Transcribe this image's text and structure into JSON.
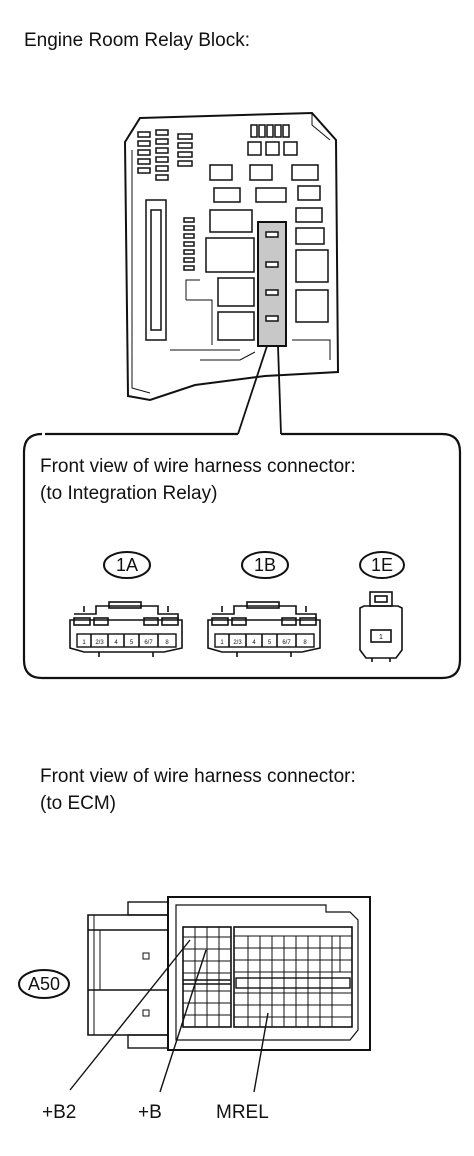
{
  "relay_block": {
    "title": "Engine Room Relay Block:"
  },
  "callout": {
    "line1": "Front view of wire harness connector:",
    "line2": "(to Integration Relay)"
  },
  "connectors": [
    {
      "id": "1A",
      "pins": [
        "1",
        "2/3",
        "4",
        "5",
        "6/7",
        "8"
      ]
    },
    {
      "id": "1B",
      "pins": [
        "1",
        "2/3",
        "4",
        "5",
        "6/7",
        "8"
      ]
    },
    {
      "id": "1E",
      "pins": [
        "1"
      ]
    }
  ],
  "ecm": {
    "line1": "Front view of wire harness connector:",
    "line2": "(to ECM)",
    "connector_id": "A50",
    "terminals": [
      "+B2",
      "+B",
      "MREL"
    ]
  }
}
